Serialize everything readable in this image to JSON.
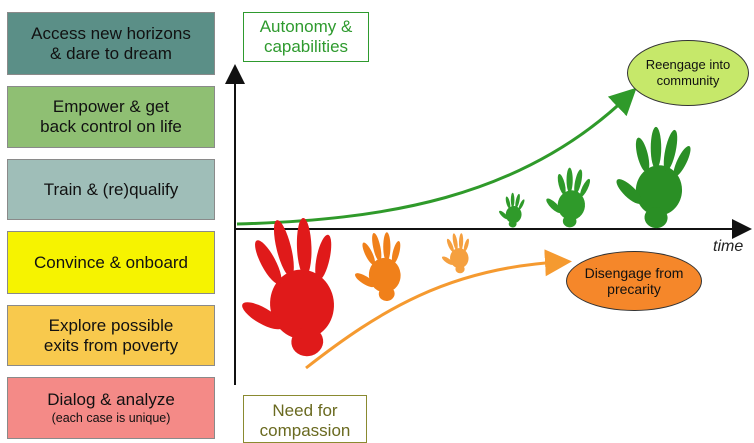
{
  "stages": [
    {
      "id": "access",
      "line1": "Access new horizons",
      "line2": "& dare to dream",
      "color": "#5b8f87"
    },
    {
      "id": "empower",
      "line1": "Empower & get",
      "line2": "back control on life",
      "color": "#8fbf73"
    },
    {
      "id": "train",
      "line1": "Train & (re)qualify",
      "line2": "",
      "color": "#9fbeb8"
    },
    {
      "id": "convince",
      "line1": "Convince & onboard",
      "line2": "",
      "color": "#f6f300"
    },
    {
      "id": "explore",
      "line1": "Explore possible",
      "line2": "exits from poverty",
      "color": "#f8c94d"
    },
    {
      "id": "dialog",
      "line1": "Dialog & analyze",
      "line2": "(each case is unique)",
      "color": "#f48a87"
    }
  ],
  "labels": {
    "top_axis": "Autonomy & capabilities",
    "bottom_axis": "Need for compassion",
    "time": "time",
    "reengage": "Reengage into community",
    "disengage": "Disengage from precarity"
  },
  "colors": {
    "green": "#2f9a2a",
    "orange": "#f59a30",
    "red": "#e01a1a",
    "top_axis_border": "#2e9a2e",
    "bottom_axis_border": "#8a8a30",
    "reengage_fill": "#c6e86a",
    "disengage_fill": "#f5872a"
  },
  "icons": [
    "hand-icon"
  ]
}
